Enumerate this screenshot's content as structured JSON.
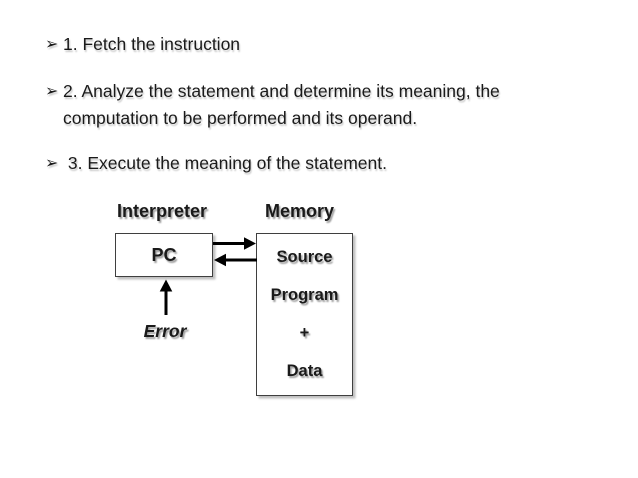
{
  "colors": {
    "bg": "#ffffff",
    "text": "#1a1a1a",
    "border": "#3f3f3f",
    "arrow": "#000000"
  },
  "bullets": {
    "marker": "➢",
    "items": [
      "1. Fetch the instruction",
      "2. Analyze the statement and determine its meaning, the computation to be performed and its operand.",
      " 3. Execute the meaning of the statement."
    ]
  },
  "diagram": {
    "interpreter_label": "Interpreter",
    "memory_label": "Memory",
    "pc_box": {
      "label": "PC"
    },
    "memory_box": {
      "lines": [
        "Source",
        "Program",
        "+",
        "Data"
      ]
    },
    "error_label": "Error"
  }
}
